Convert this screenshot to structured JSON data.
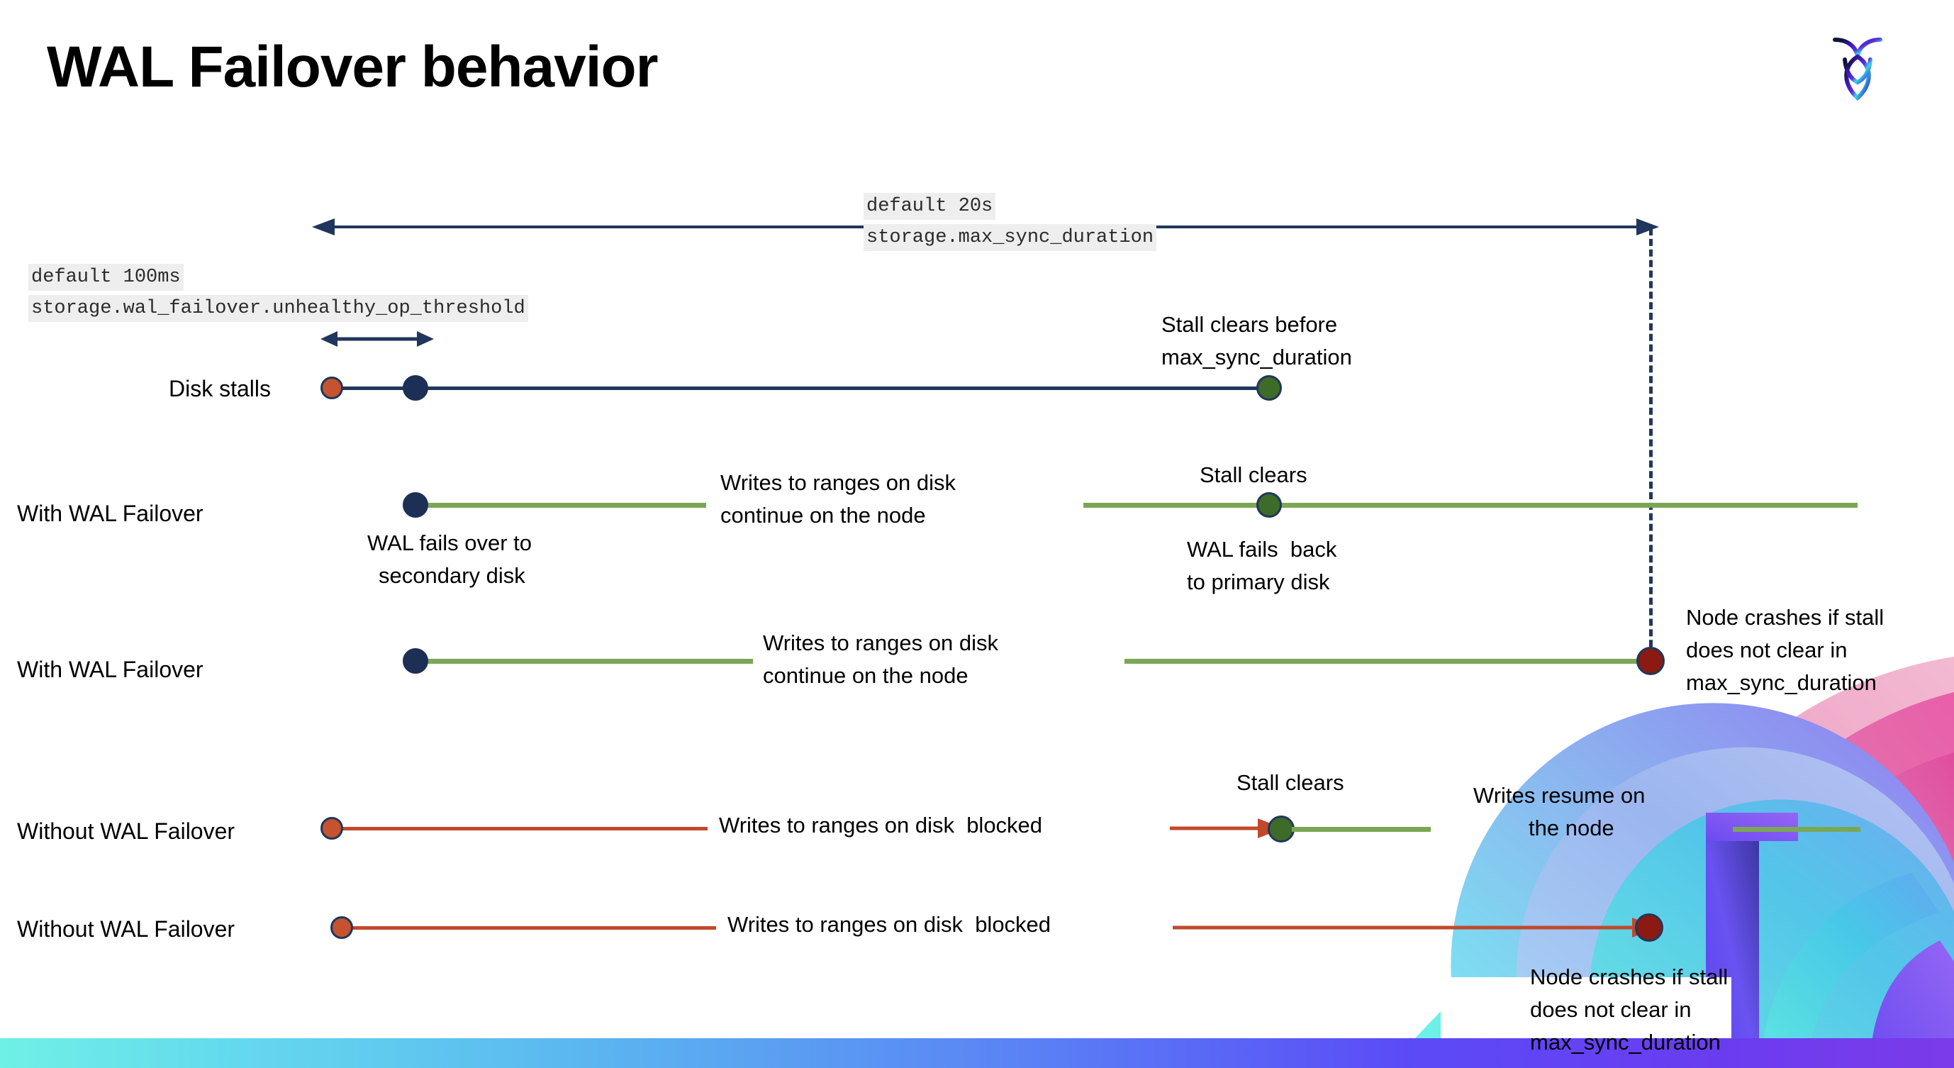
{
  "slide": {
    "title": "WAL Failover behavior",
    "logo_name": "cockroachdb-logo"
  },
  "colors": {
    "navy": "#21365C",
    "green": "#7AA756",
    "red": "#C2482C",
    "dot_orange": "#C5532F",
    "dot_green": "#3D6B28",
    "dot_darkred": "#8B1A12",
    "dot_navy": "#1C3055",
    "code_bg": "#EEEEEE"
  },
  "annotations": {
    "max_sync_default": "default 20s",
    "max_sync_setting": "storage.max_sync_duration",
    "unhealthy_default": "default 100ms",
    "unhealthy_setting": "storage.wal_failover.unhealthy_op_threshold"
  },
  "rows": [
    {
      "id": "disk-stalls",
      "label": "Disk stalls",
      "notes": [
        "Stall clears before",
        "max_sync_duration"
      ]
    },
    {
      "id": "with-wal-failover-1",
      "label": "With WAL Failover",
      "notes": [
        "WAL fails over to",
        "secondary disk",
        "Writes to ranges on disk",
        "continue on the node",
        "Stall clears",
        "WAL fails  back",
        "to primary disk"
      ]
    },
    {
      "id": "with-wal-failover-2",
      "label": "With WAL Failover",
      "notes": [
        "Writes to ranges on disk",
        "continue on the node",
        "Node crashes if stall",
        "does not clear in",
        "max_sync_duration"
      ]
    },
    {
      "id": "without-wal-failover-1",
      "label": "Without WAL Failover",
      "notes": [
        "Writes to ranges on disk  blocked",
        "Stall clears",
        "Writes resume on",
        "the node"
      ]
    },
    {
      "id": "without-wal-failover-2",
      "label": "Without WAL Failover",
      "notes": [
        "Writes to ranges on disk  blocked",
        "Node crashes if stall",
        "does not clear in",
        "max_sync_duration"
      ]
    }
  ],
  "text": {
    "stall_clears_before": "Stall clears before",
    "max_sync_duration": "max_sync_duration",
    "disk_stalls": "Disk stalls",
    "with_wal_failover": "With WAL Failover",
    "without_wal_failover": "Without WAL Failover",
    "wal_fails_over_1": "WAL fails over to",
    "wal_fails_over_2": "secondary disk",
    "writes_continue_1": "Writes to ranges on disk",
    "writes_continue_2": "continue on the node",
    "stall_clears": "Stall clears",
    "wal_fails_back_1": "WAL fails  back",
    "wal_fails_back_2": "to primary disk",
    "node_crashes_1": "Node crashes if stall",
    "node_crashes_2": "does not clear in",
    "node_crashes_3": "max_sync_duration",
    "writes_blocked": "Writes to ranges on disk  blocked",
    "writes_resume_1": "Writes resume on",
    "writes_resume_2": "the node"
  }
}
